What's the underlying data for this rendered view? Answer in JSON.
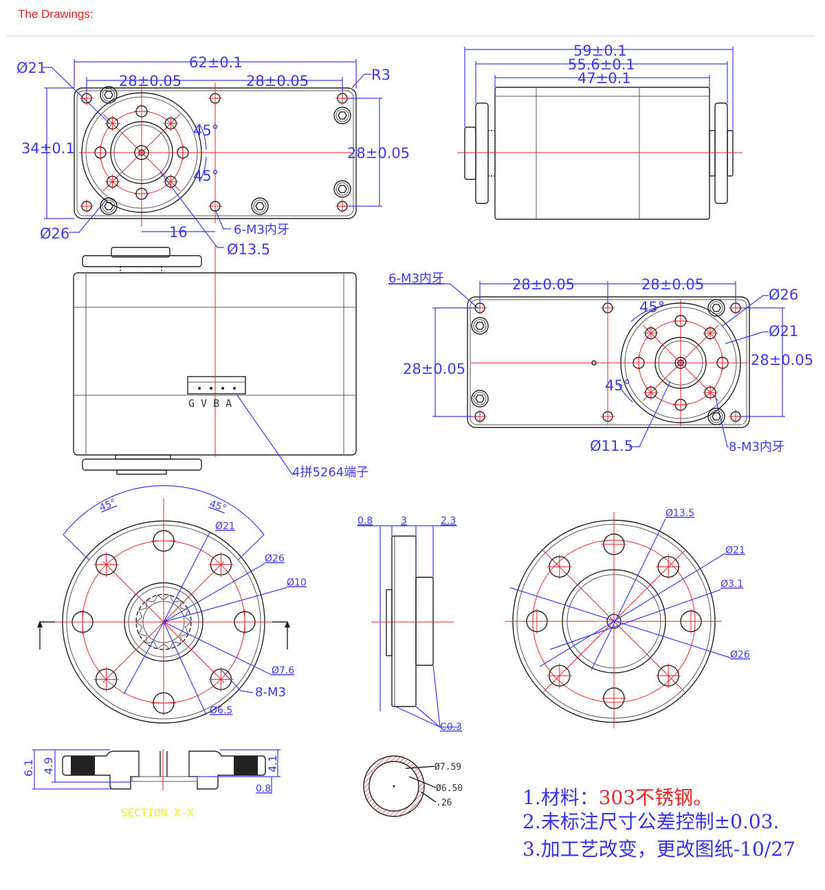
{
  "header": {
    "title": "The Drawings:"
  },
  "colors": {
    "title": "#e0201a",
    "dimension": "#3a3aee",
    "centerline": "#ee2222",
    "section_fill": "#ffff99"
  },
  "front_view": {
    "d21": "Ø21",
    "width": "62±0.1",
    "half_left": "28±0.05",
    "half_right": "28±0.05",
    "radius": "R3",
    "height": "34±0.1",
    "hole_spacing": "28±0.05",
    "angle_top": "45°",
    "angle_bottom": "45°",
    "d26": "Ø26",
    "offset": "16",
    "thread": "6-M3内牙",
    "d13_5": "Ø13.5"
  },
  "top_view": {
    "overall": "59±0.1",
    "wheels": "55.6±0.1",
    "body": "47±0.1"
  },
  "side_view": {
    "pins": "G V B A",
    "connector": "4拼5264端子"
  },
  "back_view": {
    "thread": "6-M3内牙",
    "half_left": "28±0.05",
    "half_right": "28±0.05",
    "d26": "Ø26",
    "d21": "Ø21",
    "height_left": "28±0.05",
    "height_right": "28±0.05",
    "angle_top": "45°",
    "angle_bottom": "45°",
    "d11_5": "Ø11.5",
    "holes": "8-M3内牙"
  },
  "horn_front": {
    "angle_left": "45°",
    "angle_right": "45°",
    "d21": "Ø21",
    "d26": "Ø26",
    "d10": "Ø10",
    "d7_6": "Ø7.6",
    "holes": "8-M3",
    "d6_5": "Ø6.5"
  },
  "horn_side": {
    "d0_8": "0.8",
    "d3": "3",
    "d2_3": "2.3",
    "chamfer": "C0.3"
  },
  "horn_back": {
    "d13_5": "Ø13.5",
    "d21": "Ø21",
    "d3_1": "Ø3.1",
    "d26": "Ø26"
  },
  "section": {
    "h6_1": "6.1",
    "h4_9": "4.9",
    "h4_1": "4.1",
    "h0_8": "0.8",
    "title": "SECTION X-X"
  },
  "ring": {
    "d7_59": "Ø7.59",
    "d6_50": "Ø6.50",
    "t": ".26"
  },
  "notes": {
    "line1_prefix": "1.材料：",
    "line1_material": "303不锈钢。",
    "line2": "2.未标注尺寸公差控制±0.03.",
    "line3": "3.加工艺改变，更改图纸-10/27"
  }
}
